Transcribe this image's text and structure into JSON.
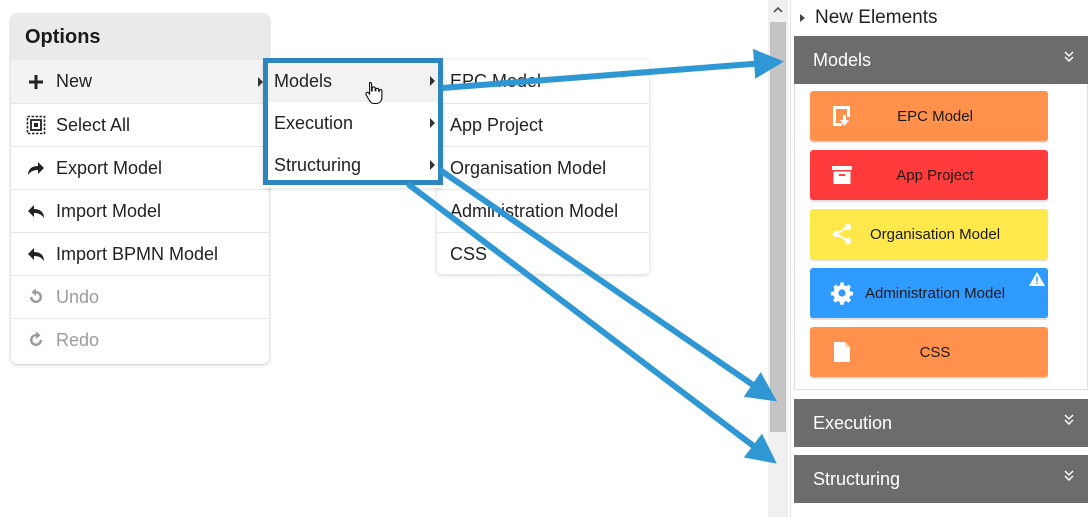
{
  "options_menu": {
    "title": "Options",
    "items": [
      {
        "label": "New",
        "icon": "plus-icon",
        "has_submenu": true,
        "disabled": false
      },
      {
        "label": "Select All",
        "icon": "select-all-icon",
        "has_submenu": false,
        "disabled": false
      },
      {
        "label": "Export Model",
        "icon": "export-icon",
        "has_submenu": false,
        "disabled": false
      },
      {
        "label": "Import Model",
        "icon": "import-icon",
        "has_submenu": false,
        "disabled": false
      },
      {
        "label": "Import BPMN Model",
        "icon": "import-icon",
        "has_submenu": false,
        "disabled": false
      },
      {
        "label": "Undo",
        "icon": "undo-icon",
        "has_submenu": false,
        "disabled": true
      },
      {
        "label": "Redo",
        "icon": "redo-icon",
        "has_submenu": false,
        "disabled": true
      }
    ]
  },
  "submenu_categories": {
    "items": [
      {
        "label": "Models"
      },
      {
        "label": "Execution"
      },
      {
        "label": "Structuring"
      }
    ]
  },
  "submenu_models": {
    "items": [
      {
        "label": "EPC Model"
      },
      {
        "label": "App Project"
      },
      {
        "label": "Organisation Model"
      },
      {
        "label": "Administration Model"
      },
      {
        "label": "CSS"
      }
    ]
  },
  "right_panel": {
    "title": "New Elements",
    "sections": {
      "models": {
        "label": "Models"
      },
      "execution": {
        "label": "Execution"
      },
      "structuring": {
        "label": "Structuring"
      }
    },
    "model_buttons": [
      {
        "label": "EPC Model",
        "color": "#ff914d",
        "icon": "epc-icon"
      },
      {
        "label": "App Project",
        "color": "#ff3b3b",
        "icon": "archive-icon"
      },
      {
        "label": "Organisation Model",
        "color": "#ffe94a",
        "icon": "share-icon"
      },
      {
        "label": "Administration Model",
        "color": "#2f9bff",
        "icon": "gear-icon",
        "warning": true
      },
      {
        "label": "CSS",
        "color": "#ff914d",
        "icon": "file-icon"
      }
    ]
  },
  "colors": {
    "highlight": "#2e86c1",
    "section_header": "#6c6c6a"
  }
}
